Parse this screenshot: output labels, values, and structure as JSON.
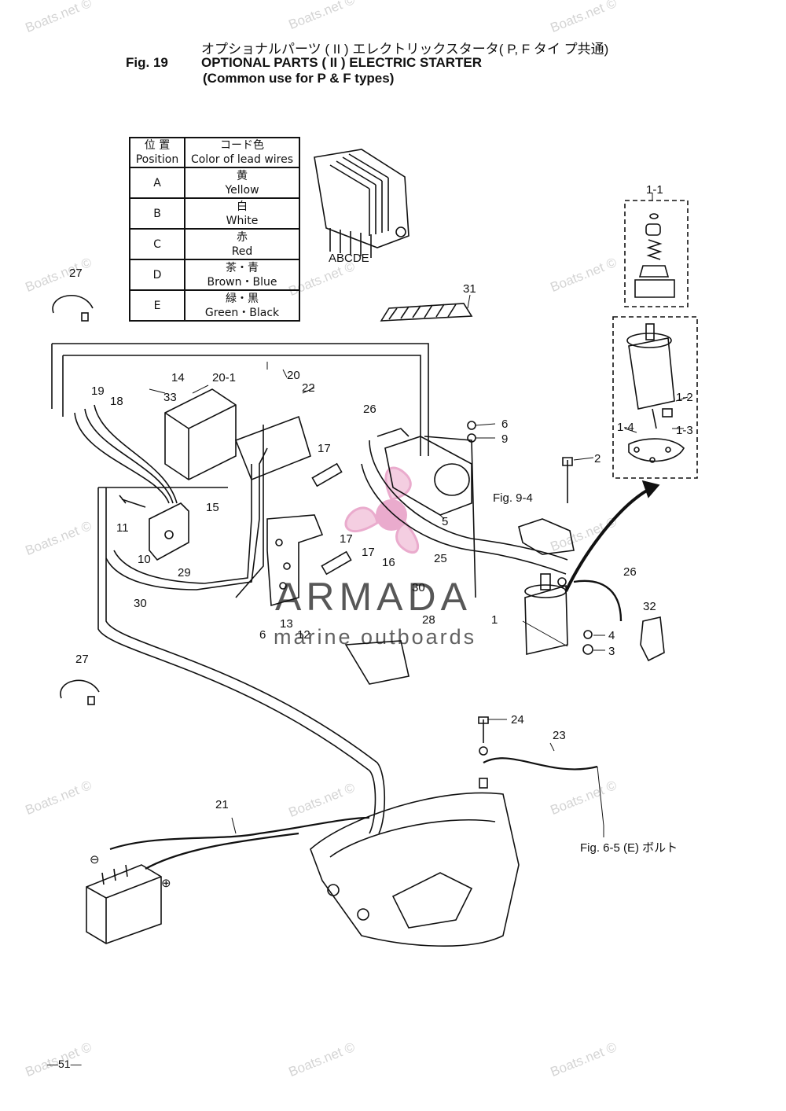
{
  "header": {
    "fig_label": "Fig. 19",
    "title_jp": "オプショナルパーツ ( II ) エレクトリックスタータ( P, F タイ プ共通)",
    "title_en": "OPTIONAL PARTS ( II ) ELECTRIC STARTER",
    "subtitle": "(Common use for P & F types)"
  },
  "legend": {
    "head_pos_jp": "位 置",
    "head_pos": "Position",
    "head_col_jp": "コード色",
    "head_col": "Color of lead wires",
    "rows": [
      {
        "pos": "A",
        "jp": "黄",
        "en": "Yellow"
      },
      {
        "pos": "B",
        "jp": "白",
        "en": "White"
      },
      {
        "pos": "C",
        "jp": "赤",
        "en": "Red"
      },
      {
        "pos": "D",
        "jp": "茶・青",
        "en": "Brown・Blue"
      },
      {
        "pos": "E",
        "jp": "緑・黒",
        "en": "Green・Black"
      }
    ]
  },
  "callouts": {
    "connector_letters": "ABCDE",
    "c1_1": "1-1",
    "c1_2": "1-2",
    "c1_3": "1-3",
    "c1_4": "1-4",
    "c1": "1",
    "c2": "2",
    "c3": "3",
    "c4": "4",
    "c5": "5",
    "c6a": "6",
    "c6b": "6",
    "c9": "9",
    "c10": "10",
    "c11": "11",
    "c12": "12",
    "c13": "13",
    "c14": "14",
    "c15": "15",
    "c16": "16",
    "c17a": "17",
    "c17b": "17",
    "c17c": "17",
    "c18": "18",
    "c19": "19",
    "c20": "20",
    "c20_1": "20-1",
    "c21": "21",
    "c22": "22",
    "c23": "23",
    "c24": "24",
    "c25": "25",
    "c26a": "26",
    "c26b": "26",
    "c27a": "27",
    "c27b": "27",
    "c28": "28",
    "c29": "29",
    "c30a": "30",
    "c30b": "30",
    "c31": "31",
    "c32": "32",
    "c33": "33",
    "ref_fig94": "Fig. 9-4",
    "ref_fig65": "Fig. 6-5 (E) ボルト",
    "minus": "⊖",
    "plus": "⊕"
  },
  "watermarks": {
    "boatsnet": "Boats.net ©",
    "brand": "ARMADA",
    "brand_sub": "marine outboards"
  },
  "footer": {
    "page_number": "—51—"
  }
}
